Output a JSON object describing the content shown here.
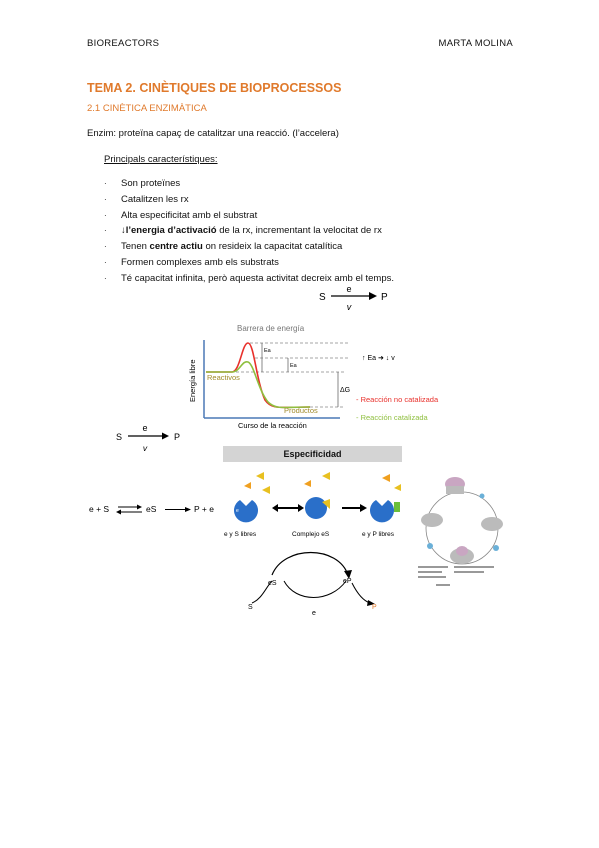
{
  "header": {
    "left": "BIOREACTORS",
    "right": "MARTA MOLINA"
  },
  "title": "TEMA 2. CINÈTIQUES DE BIOPROCESSOS",
  "subtitle": "2.1 CINÈTICA ENZIMÀTICA",
  "intro": "Enzim: proteïna capaç de catalitzar una reacció. (l’accelera)",
  "section_heading": "Principals característiques:",
  "bullets": {
    "b1": "Son proteïnes",
    "b2": "Catalitzen les rx",
    "b3": "Alta especificitat amb el substrat",
    "b4_bold": "l’energia d’activació",
    "b4_rest": " de la rx, incrementant la velocitat de rx",
    "b5_a": "Tenen ",
    "b5_bold": "centre actiu",
    "b5_rest": " on resideix la capacitat catalítica",
    "b6": "Formen complexes amb els substrats",
    "b7": "Té capacitat infinita, però aquesta activitat decreix amb el temps."
  },
  "reaction": {
    "s": "S",
    "e": "e",
    "v": "v",
    "p": "P"
  },
  "energy_diagram": {
    "barrier_label": "Barrera de energía",
    "ylabel": "Energía libre",
    "xlabel": "Curso de la reacción",
    "reactants": "Reactivos",
    "products": "Productos",
    "ea": "Ea",
    "ea2": "Ea",
    "dg": "ΔG",
    "note": "↑ Ea ➜ ↓ v",
    "legend_uncat": "- Reacción no catalizada",
    "legend_cat": "- Reacción catalizada",
    "colors": {
      "uncatalyzed": "#e8302b",
      "catalyzed": "#8fbf3f",
      "reactant_line": "#a08a2a"
    }
  },
  "mechanism": {
    "eq_left": "e + S",
    "eq_mid": "eS",
    "eq_right": "P + e",
    "specificity_title": "Especificidad",
    "free_label": "e y S libres",
    "complex_label": "Complejo eS",
    "products_label": "e y P libres",
    "cycle_es": "eS",
    "cycle_ep": "eP",
    "cycle_s": "S",
    "cycle_e": "e",
    "cycle_p": "P"
  }
}
